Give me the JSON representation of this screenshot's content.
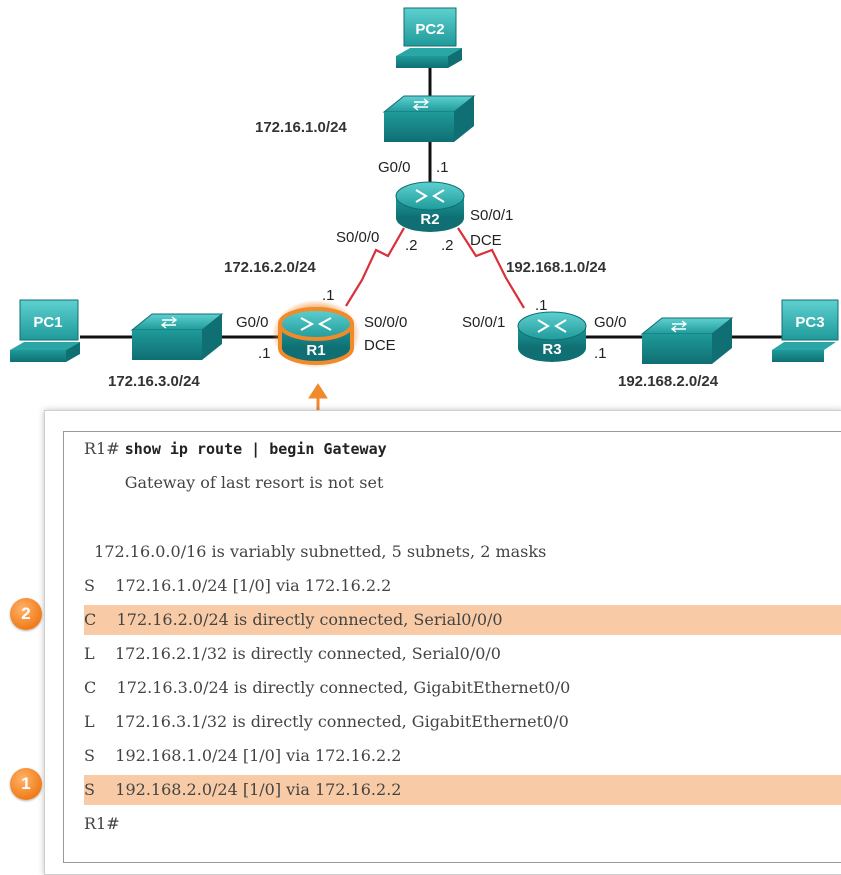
{
  "topology": {
    "devices": {
      "pc1": "PC1",
      "pc2": "PC2",
      "pc3": "PC3",
      "r1": "R1",
      "r2": "R2",
      "r3": "R3"
    },
    "networks": {
      "pc2_lan": "172.16.1.0/24",
      "r1_r2_link": "172.16.2.0/24",
      "r2_r3_link": "192.168.1.0/24",
      "pc1_lan": "172.16.3.0/24",
      "pc3_lan": "192.168.2.0/24"
    },
    "interfaces": {
      "r2_g0": "G0/0",
      "r2_g0_host": ".1",
      "r2_s000": "S0/0/0",
      "r2_s000_host": ".2",
      "r2_s001": "S0/0/1",
      "r2_dce": "DCE",
      "r2_s001_host": ".2",
      "r1_link_host": ".1",
      "r1_g0": "G0/0",
      "r1_g0_host": ".1",
      "r1_s000": "S0/0/0",
      "r1_dce": "DCE",
      "r3_link_host": ".1",
      "r3_s001": "S0/0/1",
      "r3_g0": "G0/0",
      "r3_g0_host": ".1"
    },
    "colors": {
      "device": "#1f9a9a",
      "serial_link": "#d9303a",
      "highlight": "#f08a2a"
    }
  },
  "terminal": {
    "lines": [
      {
        "prompt": "R1#",
        "command": "show ip route | begin Gateway"
      },
      {
        "text": "        Gateway of last resort is not set"
      },
      {
        "text": ""
      },
      {
        "text": "  172.16.0.0/16 is variably subnetted, 5 subnets, 2 masks"
      },
      {
        "text": "S    172.16.1.0/24 [1/0] via 172.16.2.2"
      },
      {
        "text": "C    172.16.2.0/24 is directly connected, Serial0/0/0"
      },
      {
        "text": "L    172.16.2.1/32 is directly connected, Serial0/0/0"
      },
      {
        "text": "C    172.16.3.0/24 is directly connected, GigabitEthernet0/0"
      },
      {
        "text": "L    172.16.3.1/32 is directly connected, GigabitEthernet0/0"
      },
      {
        "text": "S    192.168.1.0/24 [1/0] via 172.16.2.2"
      },
      {
        "text": "S    192.168.2.0/24 [1/0] via 172.16.2.2"
      },
      {
        "text": "R1#"
      }
    ],
    "markers": {
      "first": "1",
      "second": "2"
    },
    "highlight_color": "#f8cba6",
    "scrollbar": {
      "up_glyph": "▲",
      "down_glyph": "▼"
    }
  }
}
